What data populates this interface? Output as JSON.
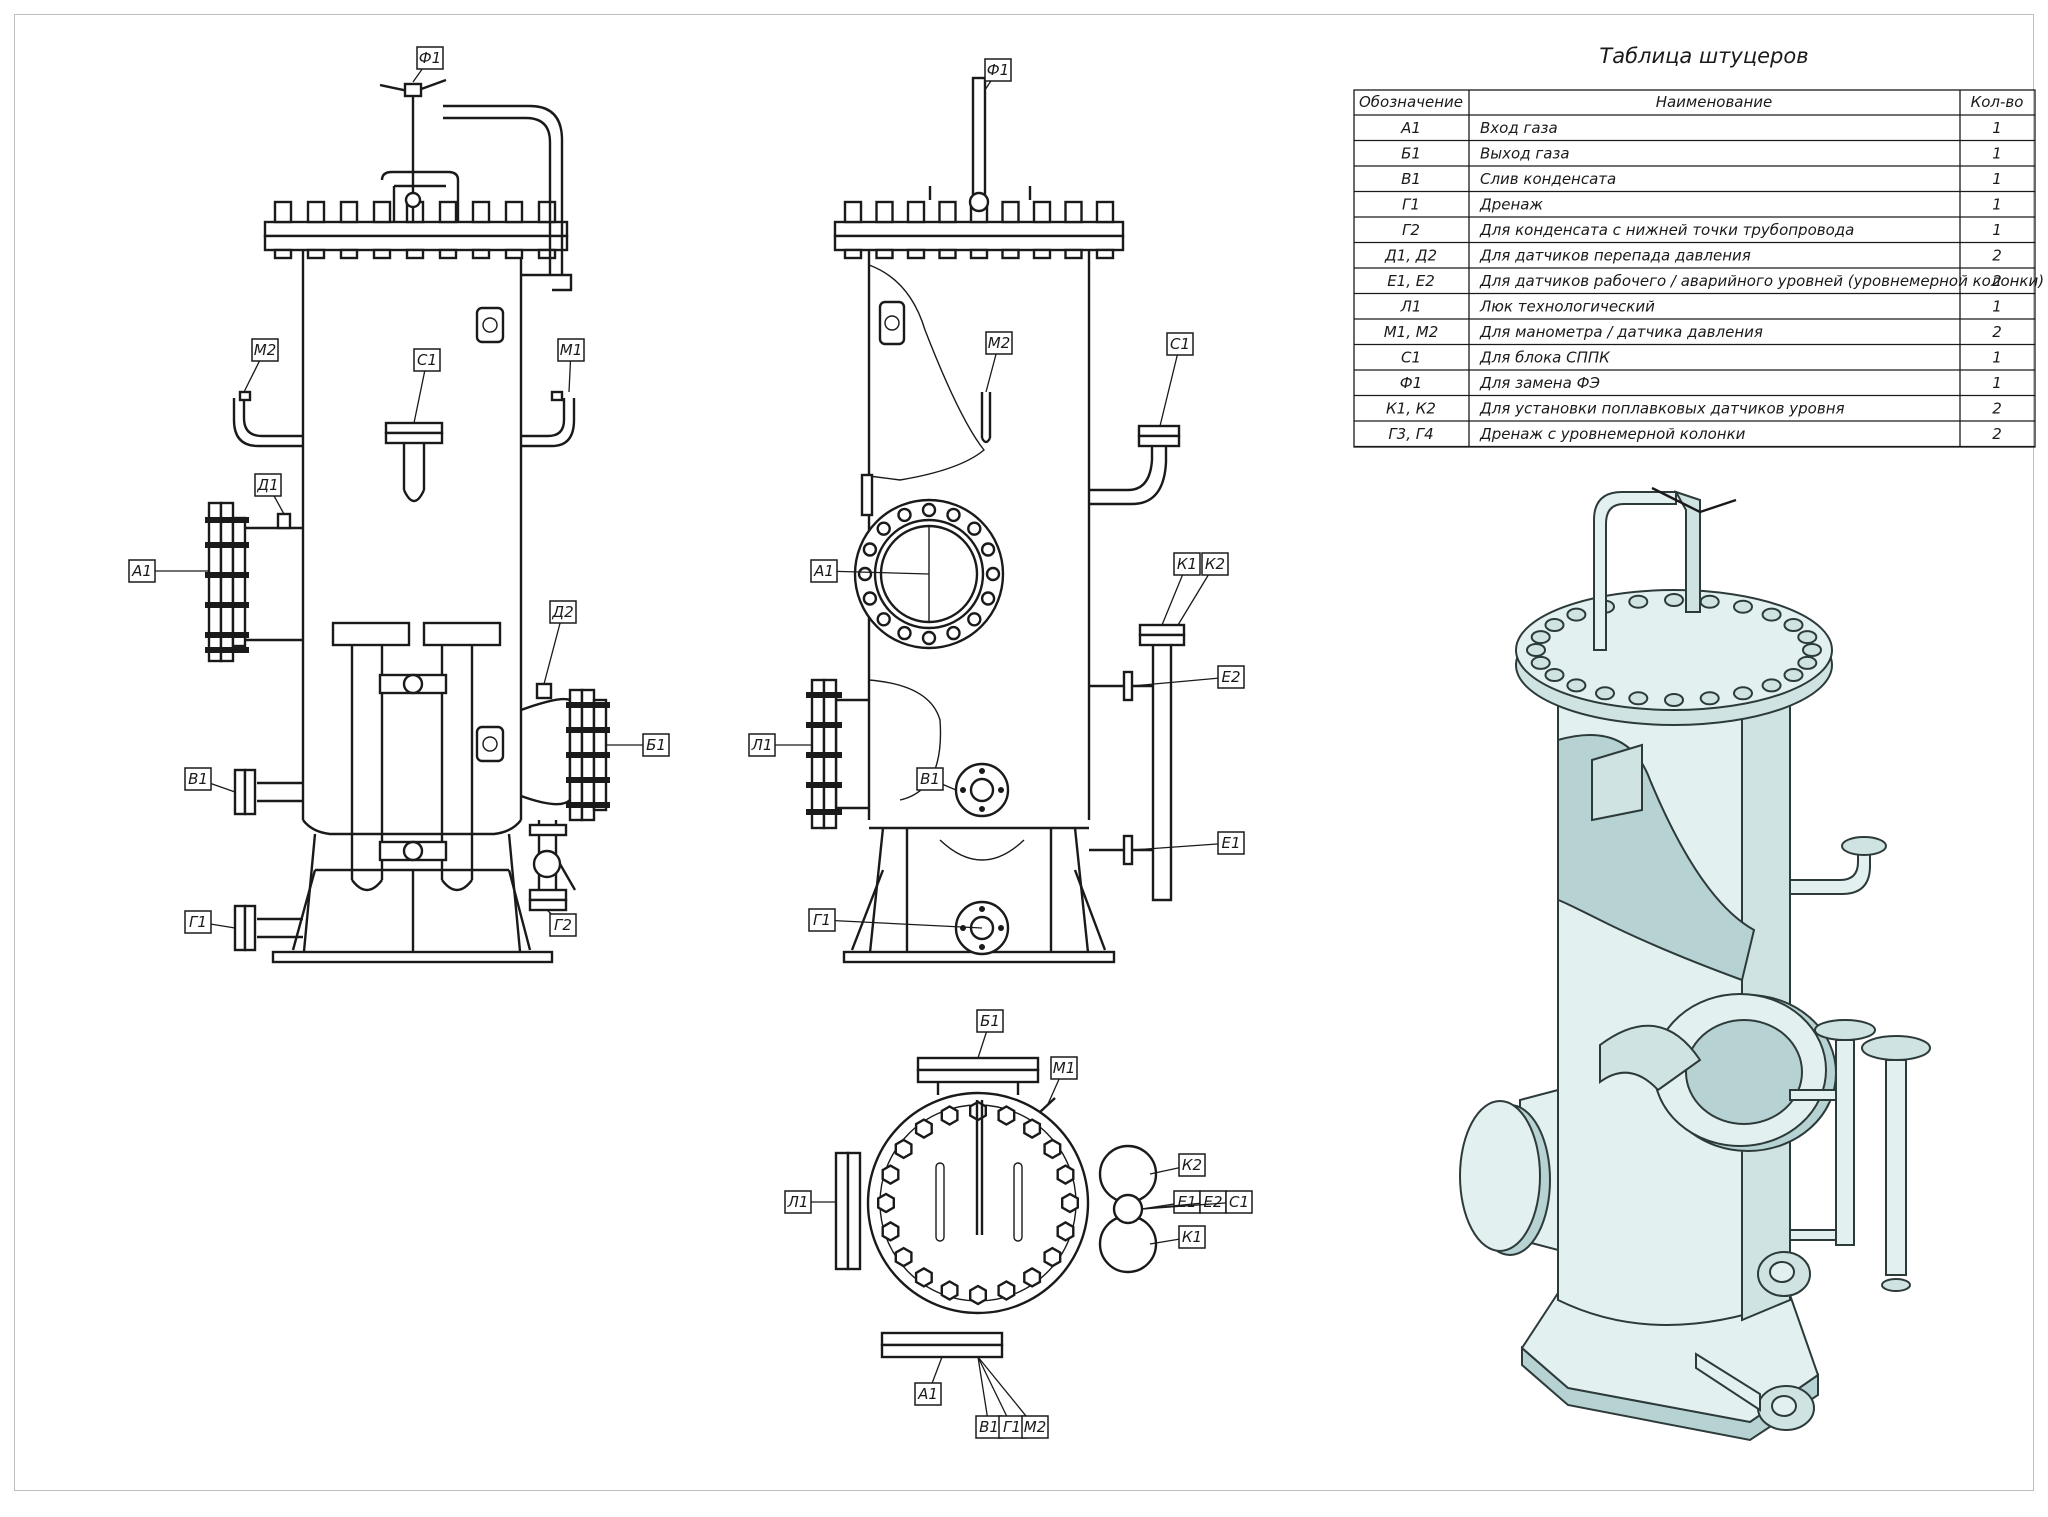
{
  "table": {
    "title": "Таблица штуцеров",
    "headers": {
      "designation": "Обозначение",
      "name": "Наименование",
      "qty": "Кол-во"
    },
    "rows": [
      {
        "designation": "А1",
        "name": "Вход газа",
        "qty": "1"
      },
      {
        "designation": "Б1",
        "name": "Выход газа",
        "qty": "1"
      },
      {
        "designation": "В1",
        "name": "Слив конденсата",
        "qty": "1"
      },
      {
        "designation": "Г1",
        "name": "Дренаж",
        "qty": "1"
      },
      {
        "designation": "Г2",
        "name": "Для конденсата с нижней точки трубопровода",
        "qty": "1"
      },
      {
        "designation": "Д1, Д2",
        "name": "Для датчиков перепада давления",
        "qty": "2"
      },
      {
        "designation": "Е1, Е2",
        "name": "Для датчиков рабочего / аварийного уровней (уровнемерной колонки)",
        "qty": "2"
      },
      {
        "designation": "Л1",
        "name": "Люк технологический",
        "qty": "1"
      },
      {
        "designation": "М1, М2",
        "name": "Для манометра / датчика давления",
        "qty": "2"
      },
      {
        "designation": "С1",
        "name": "Для блока СППК",
        "qty": "1"
      },
      {
        "designation": "Ф1",
        "name": "Для замена ФЭ",
        "qty": "1"
      },
      {
        "designation": "К1, К2",
        "name": "Для установки поплавковых датчиков уровня",
        "qty": "2"
      },
      {
        "designation": "Г3, Г4",
        "name": "Дренаж с уровнемерной колонки",
        "qty": "2"
      }
    ]
  },
  "callouts": {
    "view1": {
      "f1": "Ф1",
      "m2": "М2",
      "c1": "С1",
      "m1": "М1",
      "d1": "Д1",
      "a1": "А1",
      "d2": "Д2",
      "b1": "Б1",
      "v1": "В1",
      "g1": "Г1",
      "g2": "Г2"
    },
    "view2": {
      "f1": "Ф1",
      "m2": "М2",
      "c1": "С1",
      "a1": "А1",
      "k1": "К1",
      "k2": "К2",
      "e2": "Е2",
      "l1": "Л1",
      "v1": "В1",
      "e1": "Е1",
      "g1": "Г1"
    },
    "view3": {
      "b1": "Б1",
      "m1": "М1",
      "k2": "К2",
      "l1": "Л1",
      "e1": "Е1",
      "e2": "Е2",
      "c1": "С1",
      "k1": "К1",
      "a1": "А1",
      "v1": "В1",
      "g1": "Г1",
      "m2": "М2"
    }
  }
}
